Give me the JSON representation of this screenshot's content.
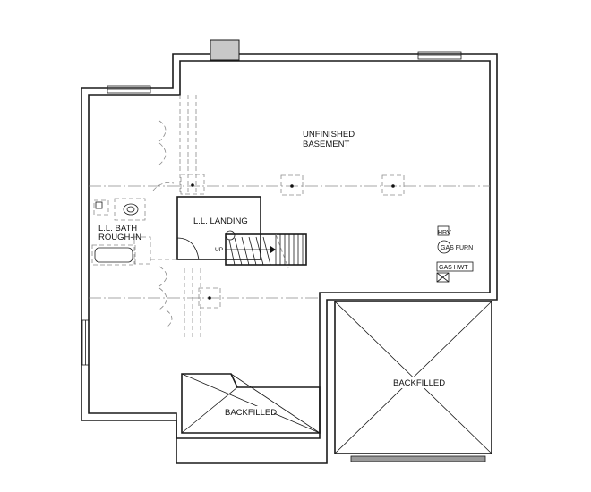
{
  "rooms": {
    "unfinished_basement": [
      "UNFINISHED",
      "BASEMENT"
    ],
    "ll_landing": "L.L. LANDING",
    "ll_bath": [
      "L.L. BATH",
      "ROUGH-IN"
    ],
    "backfilled_small": "BACKFILLED",
    "backfilled_large": "BACKFILLED"
  },
  "stair": {
    "label": "UP"
  },
  "mechanical": {
    "hrv": "HRV",
    "gas_furnace": "GAS FURN",
    "gas_hwt": "GAS HWT"
  },
  "colors": {
    "line": "#1a1a1a",
    "dashed": "#8a8a8a",
    "chimney_fill": "#c8c8c8"
  }
}
